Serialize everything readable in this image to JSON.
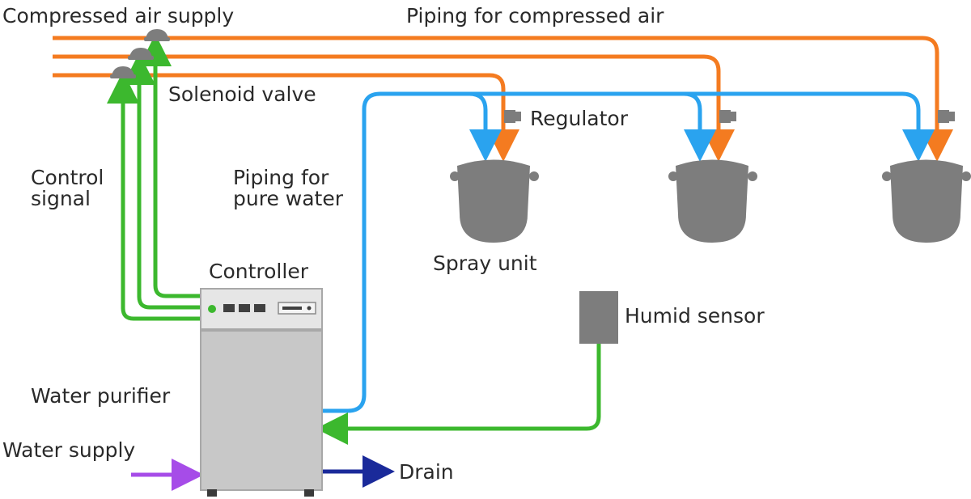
{
  "labels": {
    "compressed_air_supply": "Compressed air  supply",
    "piping_compressed_air": "Piping for compressed air",
    "solenoid_valve": "Solenoid valve",
    "regulator": "Regulator",
    "control_signal_line1": "Control",
    "control_signal_line2": "signal",
    "piping_pure_water_line1": "Piping for",
    "piping_pure_water_line2": "pure water",
    "spray_unit": "Spray unit",
    "controller": "Controller",
    "humid_sensor": "Humid sensor",
    "water_purifier": "Water purifier",
    "water_supply": "Water supply",
    "drain": "Drain"
  },
  "colors": {
    "compressed_air": "#f47b20",
    "pure_water": "#2aa3ef",
    "control_signal": "#3cb82e",
    "water_supply": "#a64ce8",
    "drain": "#1a2a9a",
    "equipment": "#7d7d7d",
    "controller_body": "#c8c8c8",
    "text": "#2a2a2a"
  },
  "icons": [
    "solenoid-valve-icon",
    "regulator-icon",
    "spray-unit-icon",
    "humidity-sensor-icon",
    "controller-icon"
  ]
}
